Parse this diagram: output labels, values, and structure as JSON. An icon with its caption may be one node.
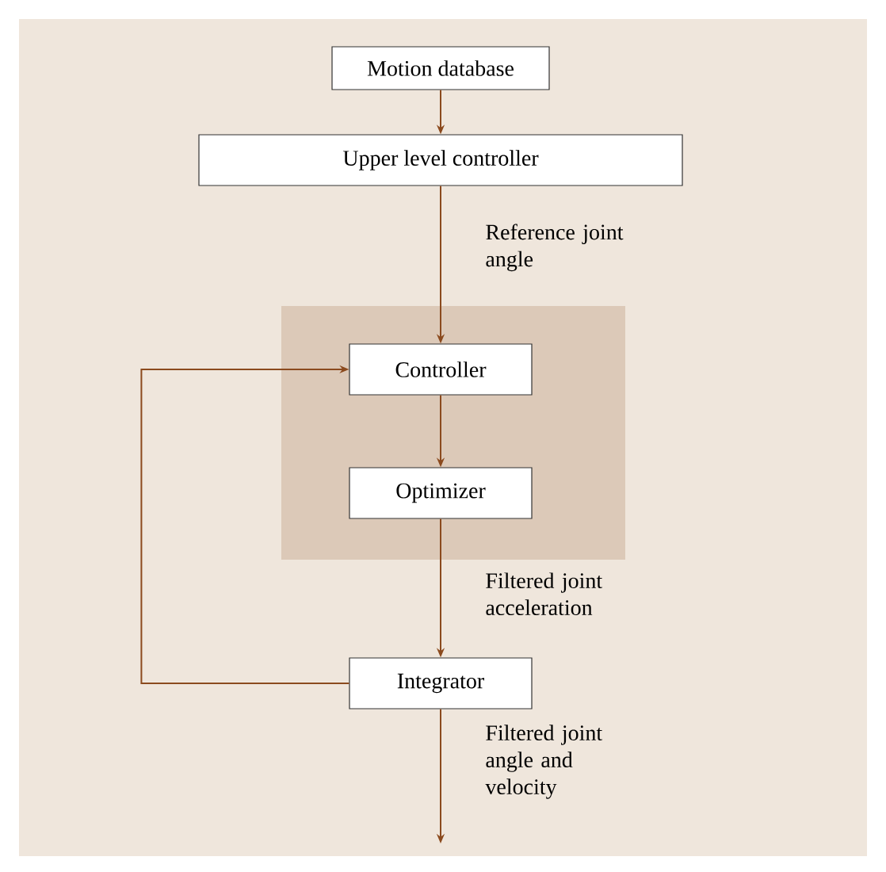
{
  "diagram": {
    "nodes": [
      {
        "text": [
          "Motion database"
        ]
      },
      {
        "text": [
          "Upper level controller"
        ]
      },
      {
        "text": [],
        "shape": "box"
      },
      {
        "text": [
          "Controller"
        ],
        "in": 2
      },
      {
        "text": [
          "Optimizer"
        ],
        "in": 2
      },
      {
        "text": [
          "Integrator"
        ]
      }
    ],
    "edges": [
      {
        "from": 0,
        "to": 1,
        "arrow": "to"
      },
      {
        "from": 1,
        "to": 3,
        "arrow": "to",
        "label": "Reference joint angle"
      },
      {
        "from": 3,
        "to": 4,
        "arrow": "to"
      },
      {
        "from": 4,
        "to": 5,
        "arrow": "to",
        "label": "Filtered joint acceleration"
      },
      {
        "from": 5,
        "to": 3,
        "arrow": "to"
      },
      {
        "from": 5,
        "to": null,
        "arrow": "to",
        "label": "Filtered joint angle and velocity"
      }
    ]
  }
}
